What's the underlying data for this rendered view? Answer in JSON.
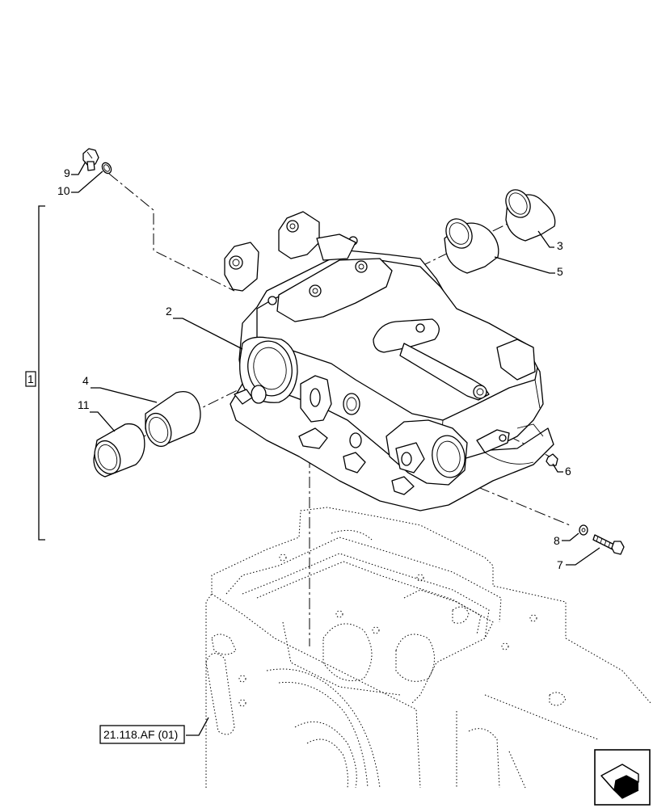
{
  "callouts": [
    {
      "id": "c1",
      "text": "1"
    },
    {
      "id": "c2",
      "text": "2"
    },
    {
      "id": "c3",
      "text": "3"
    },
    {
      "id": "c4",
      "text": "4"
    },
    {
      "id": "c5",
      "text": "5"
    },
    {
      "id": "c6",
      "text": "6"
    },
    {
      "id": "c7",
      "text": "7"
    },
    {
      "id": "c8",
      "text": "8"
    },
    {
      "id": "c9",
      "text": "9"
    },
    {
      "id": "c10",
      "text": "10"
    },
    {
      "id": "c11",
      "text": "11"
    }
  ],
  "reference": {
    "text": "21.118.AF (01)"
  },
  "nav": {
    "icon": "next-page-arrow-icon"
  }
}
